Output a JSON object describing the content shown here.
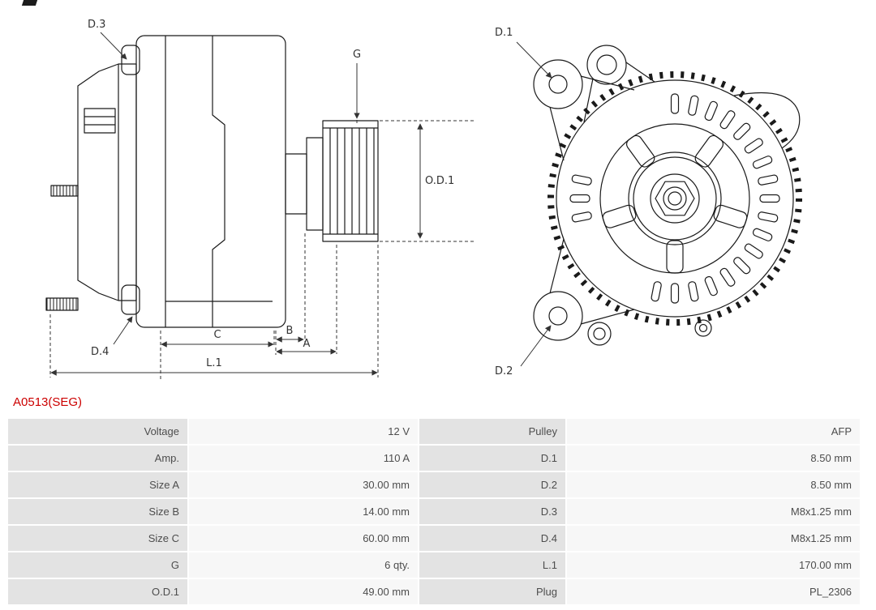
{
  "page": {
    "part_number": "A0513(SEG)"
  },
  "colors": {
    "accent": "#cc0000",
    "label_cell": "#e3e3e3",
    "value_cell": "#f7f7f7",
    "line": "#1a1a1a"
  },
  "diagram_labels": {
    "d1": "D.1",
    "d2": "D.2",
    "d3": "D.3",
    "d4": "D.4",
    "g": "G",
    "od1": "O.D.1",
    "a": "A",
    "b": "B",
    "c": "C",
    "l1": "L.1"
  },
  "spec_table": {
    "rows": [
      {
        "label_left": "Voltage",
        "value_left": "12 V",
        "label_right": "Pulley",
        "value_right": "AFP"
      },
      {
        "label_left": "Amp.",
        "value_left": "110 A",
        "label_right": "D.1",
        "value_right": "8.50 mm"
      },
      {
        "label_left": "Size A",
        "value_left": "30.00 mm",
        "label_right": "D.2",
        "value_right": "8.50 mm"
      },
      {
        "label_left": "Size B",
        "value_left": "14.00 mm",
        "label_right": "D.3",
        "value_right": "M8x1.25 mm"
      },
      {
        "label_left": "Size C",
        "value_left": "60.00 mm",
        "label_right": "D.4",
        "value_right": "M8x1.25 mm"
      },
      {
        "label_left": "G",
        "value_left": "6 qty.",
        "label_right": "L.1",
        "value_right": "170.00 mm"
      },
      {
        "label_left": "O.D.1",
        "value_left": "49.00 mm",
        "label_right": "Plug",
        "value_right": "PL_2306"
      }
    ]
  }
}
